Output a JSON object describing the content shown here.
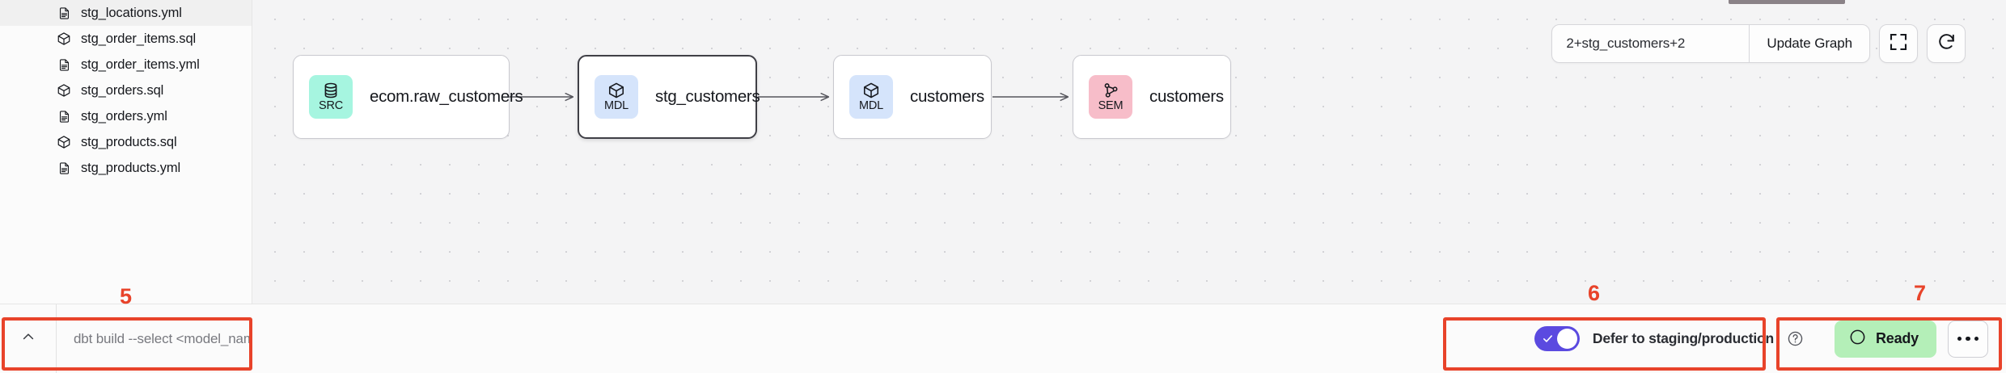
{
  "sidebar": {
    "files": [
      {
        "name": "stg_locations.yml",
        "icon": "yml-file-icon"
      },
      {
        "name": "stg_order_items.sql",
        "icon": "sql-model-icon"
      },
      {
        "name": "stg_order_items.yml",
        "icon": "yml-file-icon"
      },
      {
        "name": "stg_orders.sql",
        "icon": "sql-model-icon"
      },
      {
        "name": "stg_orders.yml",
        "icon": "yml-file-icon"
      },
      {
        "name": "stg_products.sql",
        "icon": "sql-model-icon"
      },
      {
        "name": "stg_products.yml",
        "icon": "yml-file-icon"
      }
    ]
  },
  "toolbar": {
    "selector_value": "2+stg_customers+2",
    "selector_placeholder": "",
    "update_graph_label": "Update Graph",
    "fullscreen_icon": "fullscreen-icon",
    "refresh_icon": "refresh-icon"
  },
  "graph": {
    "nodes": [
      {
        "id": "src-ecom-raw-customers",
        "badge": "SRC",
        "badge_icon": "database-icon",
        "badge_color": "#a6f5e0",
        "label": "ecom.raw_customers",
        "selected": false
      },
      {
        "id": "mdl-stg-customers",
        "badge": "MDL",
        "badge_icon": "cube-icon",
        "badge_color": "#d5e4fb",
        "label": "stg_customers",
        "selected": true
      },
      {
        "id": "mdl-customers",
        "badge": "MDL",
        "badge_icon": "cube-icon",
        "badge_color": "#d5e4fb",
        "label": "customers",
        "selected": false
      },
      {
        "id": "sem-customers",
        "badge": "SEM",
        "badge_icon": "network-icon",
        "badge_color": "#f7bdc9",
        "label": "customers",
        "selected": false
      }
    ]
  },
  "command_bar": {
    "collapse_icon": "chevron-up-icon",
    "input_value": "",
    "input_placeholder": "dbt build --select <model_name>"
  },
  "status_bar": {
    "defer_toggle_on": true,
    "defer_label": "Defer to staging/production",
    "help_icon": "question-circle-icon",
    "status_text": "Ready",
    "status_icon": "circle-icon",
    "status_color": "#b4efb8",
    "more_icon": "ellipsis-icon"
  },
  "annotations": [
    {
      "number": "5"
    },
    {
      "number": "6"
    },
    {
      "number": "7"
    }
  ],
  "colors": {
    "accent": "#5b4ae0",
    "annotation": "#e8432a",
    "ready": "#b4efb8",
    "src_badge": "#a6f5e0",
    "mdl_badge": "#d5e4fb",
    "sem_badge": "#f7bdc9"
  }
}
